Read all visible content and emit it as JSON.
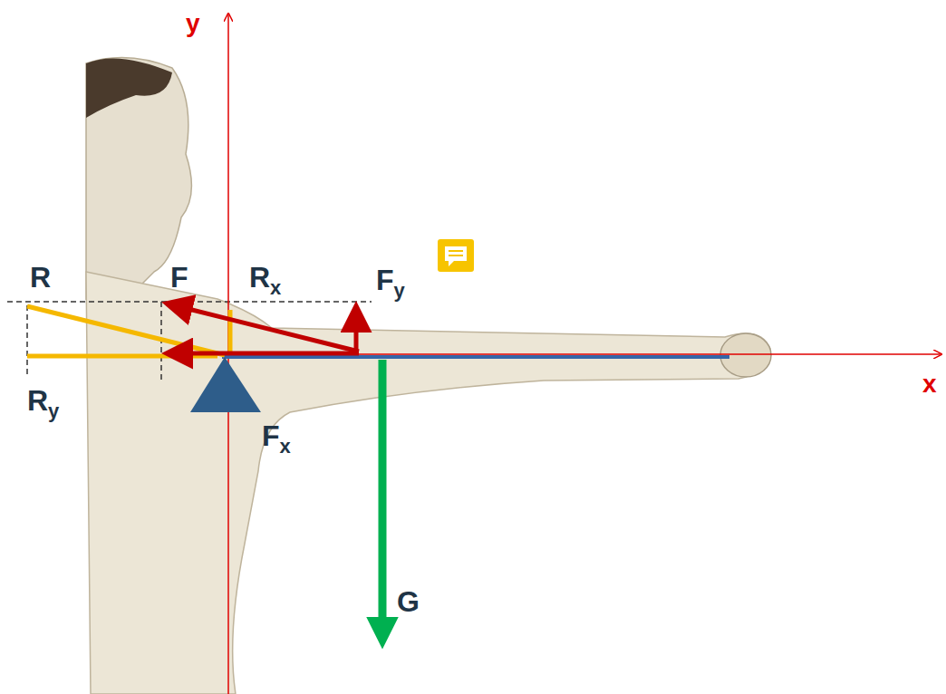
{
  "diagram": {
    "labels": [
      "y",
      "R",
      "F",
      "Rx",
      "Fy",
      "x",
      "Ry",
      "Fx",
      "G"
    ]
  }
}
